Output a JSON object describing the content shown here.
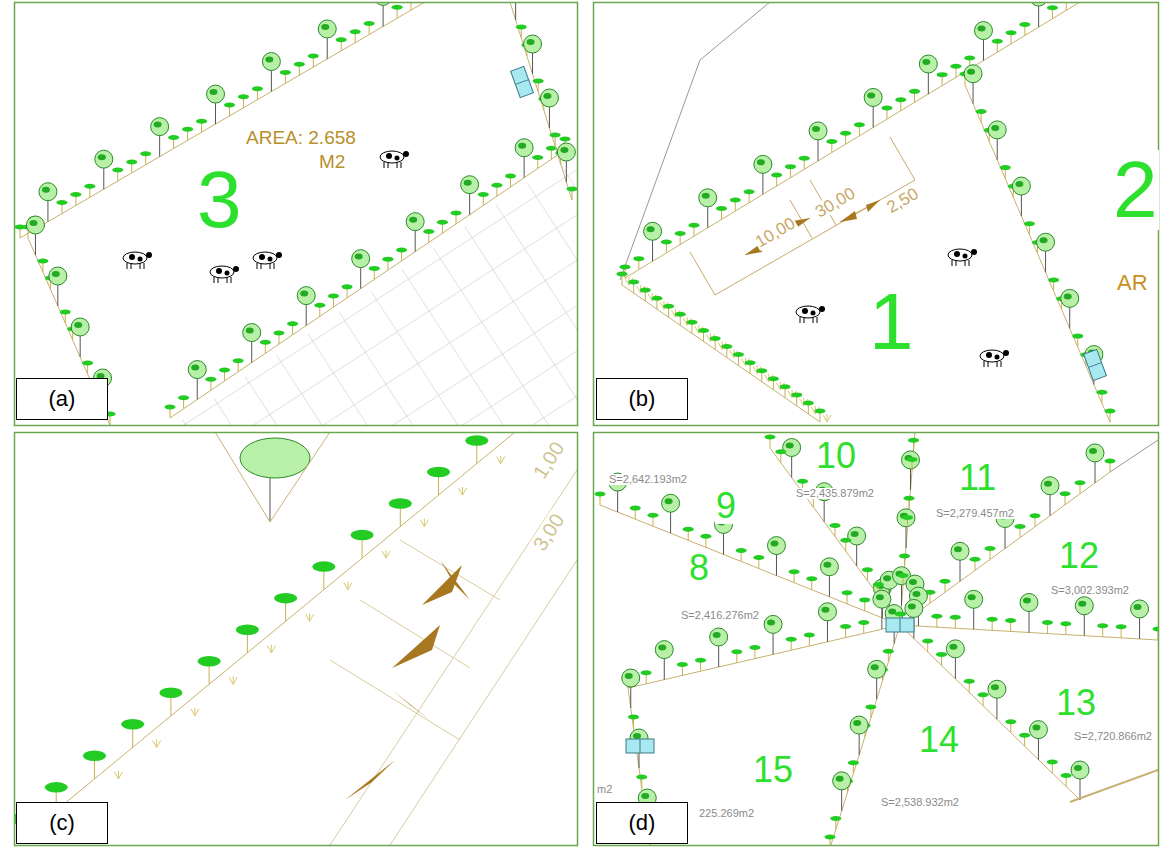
{
  "diagram": {
    "nodes": [
      {
        "text": [
          "(a)"
        ]
      },
      {
        "text": [
          "(b)"
        ]
      },
      {
        "text": [
          "(c)"
        ]
      },
      {
        "text": [
          "(d)"
        ]
      }
    ],
    "labels": [
      "AREA: 2.658",
      "M2",
      "3",
      "10,00",
      "30,00",
      "2,50",
      "1",
      "2",
      "AR",
      "1,00",
      "3,00",
      "S=2,642.193m2",
      "10",
      "S=2,435.879m2",
      "11",
      "S=2,279.457m2",
      "9",
      "8",
      "12",
      "S=3,002.393m2",
      "S=2,416.276m2",
      "13",
      "S=2,720.866m2",
      "14",
      "S=2,538.932m2",
      "15",
      "225.269m2",
      "m2"
    ]
  }
}
